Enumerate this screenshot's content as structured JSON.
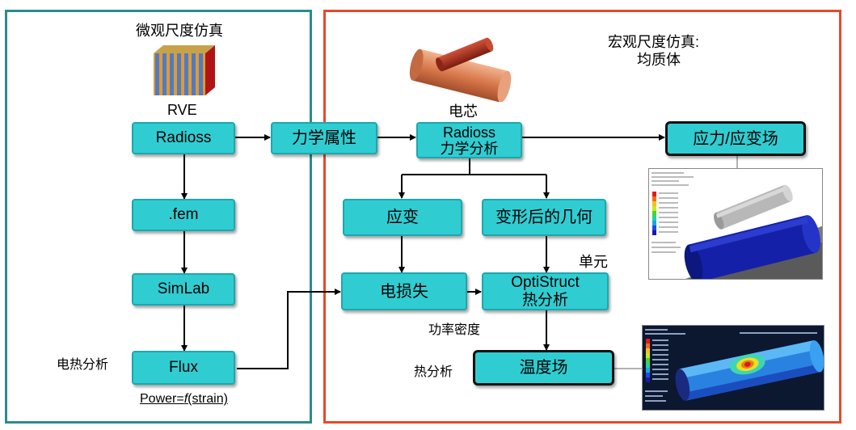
{
  "left_panel": {
    "title": "微观尺度仿真",
    "rve_label": "RVE",
    "nodes": {
      "radioss": "Radioss",
      "fem": ".fem",
      "simlab": "SimLab",
      "flux": "Flux"
    },
    "label_electrothermal": "电热分析",
    "formula_prefix": "Power=",
    "formula_f": "f",
    "formula_suffix": "(strain)"
  },
  "middle": {
    "mechanical_properties": "力学属性"
  },
  "right_panel": {
    "title_line1": "宏观尺度仿真:",
    "title_line2": "均质体",
    "cell_label": "电芯",
    "radioss_line1": "Radioss",
    "radioss_line2": "力学分析",
    "stress_strain_field": "应力/应变场",
    "strain": "应变",
    "deformed_geometry": "变形后的几何",
    "element_label": "单元",
    "electrical_loss": "电损失",
    "optistruct_line1": "OptiStruct",
    "optistruct_line2": "热分析",
    "power_density_label": "功率密度",
    "thermal_label": "热分析",
    "temperature_field": "温度场"
  },
  "colors": {
    "box_fill": "#2fcdd2",
    "left_frame": "#2a8c8c",
    "right_frame": "#e8492b"
  }
}
